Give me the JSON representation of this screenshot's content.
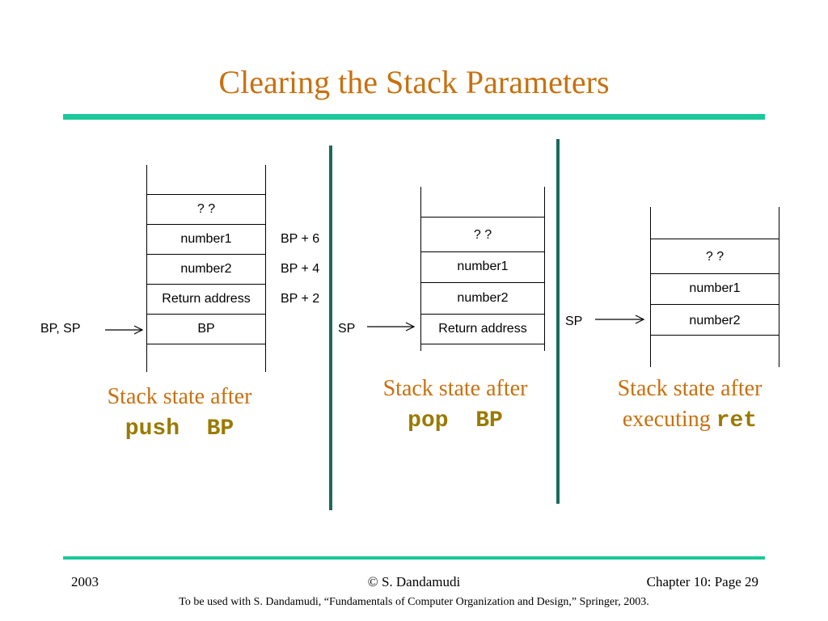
{
  "title": "Clearing the Stack Parameters",
  "stacks": [
    {
      "cells": [
        "? ?",
        "number1",
        "number2",
        "Return address",
        "BP"
      ],
      "offsets": [
        "BP + 6",
        "BP + 4",
        "BP + 2"
      ],
      "pointer_label": "BP, SP",
      "caption_line1": "Stack state after",
      "caption_code1": "push",
      "caption_code2": "BP"
    },
    {
      "cells": [
        "? ?",
        "number1",
        "number2",
        "Return address"
      ],
      "pointer_label": "SP",
      "caption_line1": "Stack state after",
      "caption_code1": "pop",
      "caption_code2": "BP"
    },
    {
      "cells": [
        "? ?",
        "number1",
        "number2"
      ],
      "pointer_label": "SP",
      "caption_line1": "Stack state after",
      "caption_line2": "executing",
      "caption_code": "ret"
    }
  ],
  "footer": {
    "year": "2003",
    "author": "© S. Dandamudi",
    "page": "Chapter 10: Page 29",
    "note": "To be used with S. Dandamudi, “Fundamentals of Computer Organization and Design,” Springer, 2003."
  }
}
